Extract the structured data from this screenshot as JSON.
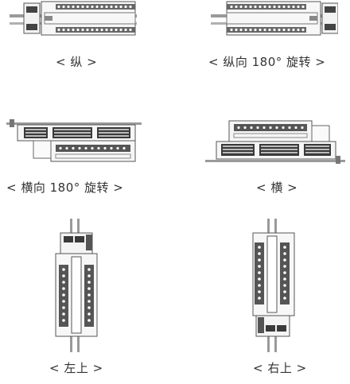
{
  "captions": {
    "vertical": "< 纵 >",
    "vertical_rot180": "< 纵向 180°  旋转 >",
    "horizontal_rot180": "< 横向 180°  旋转 >",
    "horizontal": "< 横 >",
    "top_left": "< 左上 >",
    "top_right": "< 右上 >"
  },
  "colors": {
    "line": "#5a5a5a",
    "dark": "#2e2e2e",
    "rail": "#8a8a8a",
    "fill": "#f4f4f4"
  }
}
